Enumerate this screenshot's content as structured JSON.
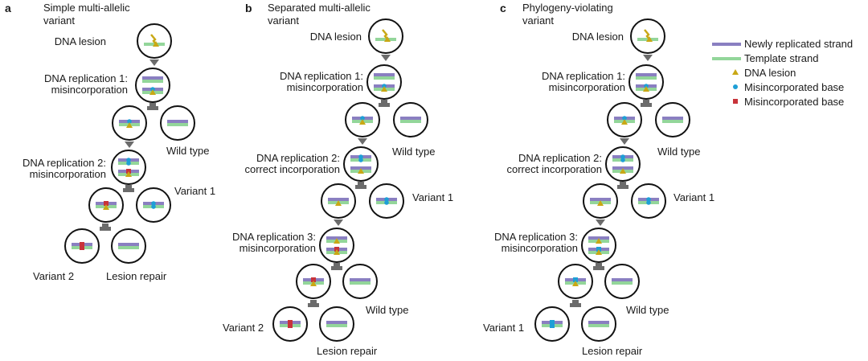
{
  "colors": {
    "newly_replicated": "#8a7fc1",
    "template": "#93d69a",
    "lesion": "#c9a815",
    "misincorporated_blue": "#1e9fd6",
    "misincorporated_red": "#c8333a",
    "arrow": "#6b6b6b",
    "variant_blue_text": "#2a9bd0",
    "variant_red_text": "#c0333a"
  },
  "panels": [
    {
      "letter": "a",
      "title_line1": "Simple multi-allelic",
      "title_line2": "variant",
      "labels": {
        "dna_lesion": "DNA lesion",
        "rep1_line1": "DNA replication 1:",
        "rep1_line2": "misincorporation",
        "rep2_line1": "DNA replication 2:",
        "rep2_line2": "misincorporation",
        "wild_type": "Wild type",
        "variant_right": "Variant 1",
        "variant_left": "Variant 2",
        "lesion_repair": "Lesion repair"
      }
    },
    {
      "letter": "b",
      "title_line1": "Separated multi-allelic",
      "title_line2": "variant",
      "labels": {
        "dna_lesion": "DNA lesion",
        "rep1_line1": "DNA replication 1:",
        "rep1_line2": "misincorporation",
        "rep2_line1": "DNA replication 2:",
        "rep2_line2": "correct incorporation",
        "rep3_line1": "DNA replication 3:",
        "rep3_line2": "misincorporation",
        "wild_type_1": "Wild type",
        "variant_right": "Variant 1",
        "wild_type_2": "Wild type",
        "variant_left": "Variant 2",
        "lesion_repair": "Lesion repair"
      }
    },
    {
      "letter": "c",
      "title_line1": "Phylogeny-violating",
      "title_line2": "variant",
      "labels": {
        "dna_lesion": "DNA lesion",
        "rep1_line1": "DNA replication 1:",
        "rep1_line2": "misincorporation",
        "rep2_line1": "DNA replication 2:",
        "rep2_line2": "correct incorporation",
        "rep3_line1": "DNA replication 3:",
        "rep3_line2": "misincorporation",
        "wild_type_1": "Wild type",
        "variant_right": "Variant 1",
        "wild_type_2": "Wild type",
        "variant_left": "Variant 1",
        "lesion_repair": "Lesion repair"
      }
    }
  ],
  "legend": {
    "items": [
      {
        "symbol": "strand-new",
        "label": "Newly replicated strand"
      },
      {
        "symbol": "strand-template",
        "label": "Template strand"
      },
      {
        "symbol": "triangle",
        "label": "DNA lesion"
      },
      {
        "symbol": "dot",
        "label": "Misincorporated base"
      },
      {
        "symbol": "square",
        "label": "Misincorporated base"
      }
    ]
  }
}
